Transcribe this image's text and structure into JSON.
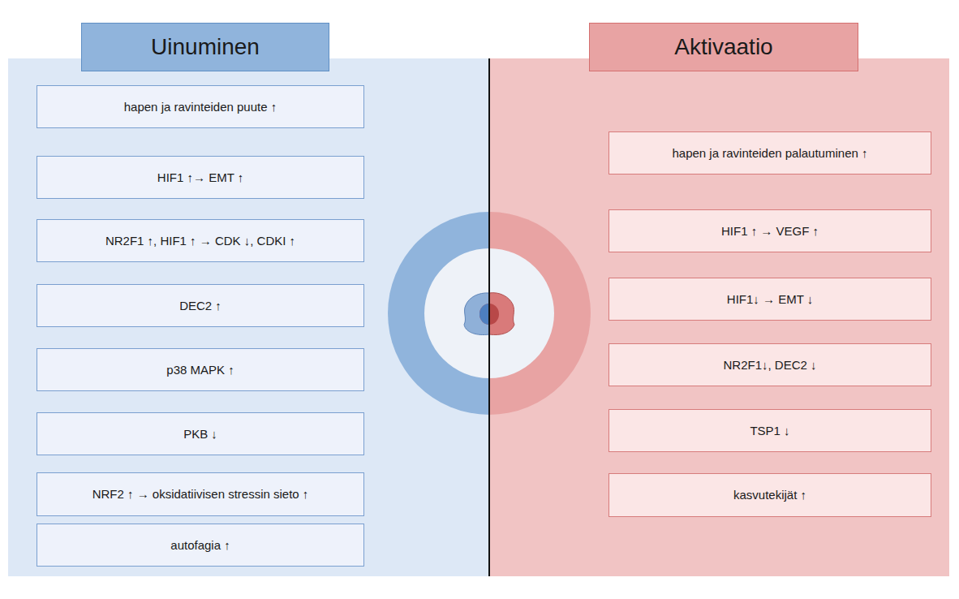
{
  "diagram": {
    "nodes": [
      {
        "text": [
          "Uinuminen"
        ]
      },
      {
        "text": [
          "hapen ja ravinteiden puute ↑"
        ]
      },
      {
        "text": [
          "HIF1 ↑→ EMT ↑"
        ]
      },
      {
        "text": [
          "NR2F1 ↑, HIF1 ↑ → CDK ↓, CDKI ↑"
        ]
      },
      {
        "text": [
          "DEC2 ↑"
        ]
      },
      {
        "text": [
          "p38 MAPK ↑"
        ]
      },
      {
        "text": [
          "PKB ↓"
        ]
      },
      {
        "text": [
          "NRF2 ↑ → oksidatiivisen stressin sieto ↑"
        ]
      },
      {
        "text": [
          "autofagia ↑"
        ]
      },
      {
        "text": [
          "Aktivaatio"
        ]
      },
      {
        "text": [
          "hapen ja ravinteiden palautuminen ↑"
        ]
      },
      {
        "text": [
          "HIF1 ↑ → VEGF ↑"
        ]
      },
      {
        "text": [
          "HIF1↓ → EMT ↓"
        ]
      },
      {
        "text": [
          "NR2F1↓, DEC2 ↓"
        ]
      },
      {
        "text": [
          "TSP1 ↓"
        ]
      },
      {
        "text": [
          "kasvutekijät ↑"
        ]
      }
    ]
  }
}
